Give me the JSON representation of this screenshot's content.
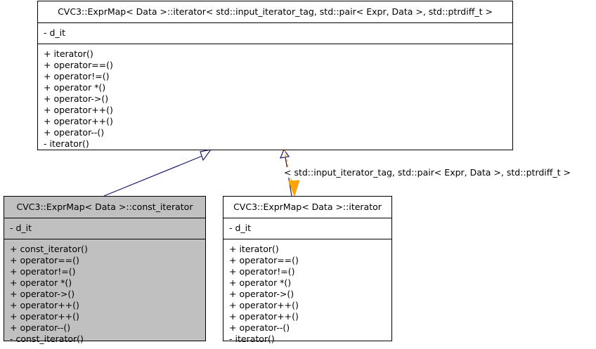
{
  "diagram": {
    "type": "uml-class-diagram",
    "background_color": "#ffffff",
    "border_color": "#000000",
    "inheritance_edge_color": "#191970",
    "template_edge_color": "#ffa500",
    "highlighted_fill_color": "#c0c0c0",
    "plain_fill_color": "#ffffff"
  },
  "classes": [
    {
      "id": "base",
      "name": "CVC3::ExprMap< Data >::iterator< std::input_iterator_tag, std::pair< Expr, Data >, std::ptrdiff_t >",
      "filled": false,
      "attributes": [
        "- d_it"
      ],
      "operations": [
        "+ iterator()",
        "+ operator==()",
        "+ operator!=()",
        "+ operator *()",
        "+ operator->()",
        "+ operator++()",
        "+ operator++()",
        "+ operator--()",
        "- iterator()"
      ]
    },
    {
      "id": "const_iterator",
      "name": "CVC3::ExprMap< Data >::const_iterator",
      "filled": true,
      "attributes": [
        "- d_it"
      ],
      "operations": [
        "+ const_iterator()",
        "+ operator==()",
        "+ operator!=()",
        "+ operator *()",
        "+ operator->()",
        "+ operator++()",
        "+ operator++()",
        "+ operator--()",
        "- const_iterator()"
      ]
    },
    {
      "id": "iterator",
      "name": "CVC3::ExprMap< Data >::iterator",
      "filled": false,
      "attributes": [
        "- d_it"
      ],
      "operations": [
        "+ iterator()",
        "+ operator==()",
        "+ operator!=()",
        "+ operator *()",
        "+ operator->()",
        "+ operator++()",
        "+ operator++()",
        "+ operator--()",
        "- iterator()"
      ]
    }
  ],
  "edges": [
    {
      "id": "inherit-const-iterator",
      "kind": "inheritance",
      "from": "const_iterator",
      "to": "base",
      "label": ""
    },
    {
      "id": "inherit-iterator",
      "kind": "inheritance",
      "from": "iterator",
      "to": "base",
      "label": ""
    },
    {
      "id": "template-binding-iterator",
      "kind": "template-instantiation",
      "from": "base",
      "to": "iterator",
      "label": "< std::input_iterator_tag, std::pair< Expr, Data >, std::ptrdiff_t >"
    }
  ]
}
